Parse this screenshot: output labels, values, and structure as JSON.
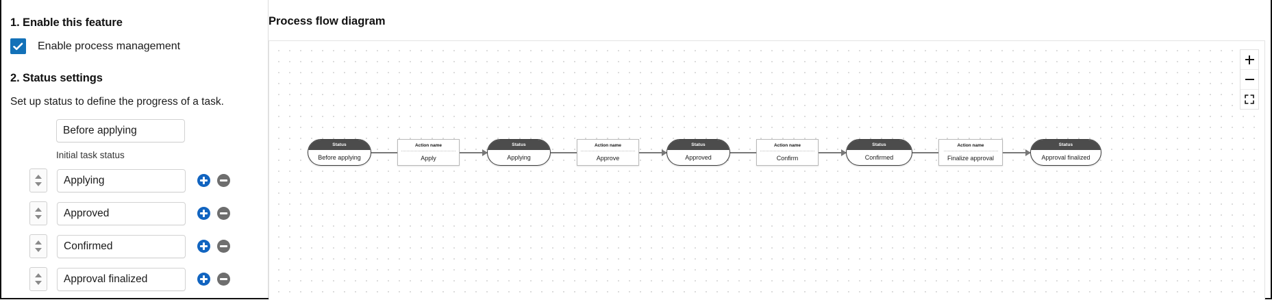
{
  "settings": {
    "section1_title": "1. Enable this feature",
    "enable_checkbox_label": "Enable process management",
    "checkbox_checked": true,
    "section2_title": "2. Status settings",
    "section2_description": "Set up status to define the progress of a task.",
    "initial_status": {
      "value": "Before applying",
      "hint": "Initial task status"
    },
    "statuses": [
      {
        "value": "Applying"
      },
      {
        "value": "Approved"
      },
      {
        "value": "Confirmed"
      },
      {
        "value": "Approval finalized"
      }
    ],
    "add_button_label": "+",
    "remove_button_label": "−",
    "accent_color": "#1371b8",
    "add_button_color": "#1164c0",
    "remove_button_color": "#6e6e6e"
  },
  "diagram": {
    "title": "Process flow diagram",
    "status_header": "Status",
    "action_header": "Action name",
    "nodes": [
      {
        "type": "status",
        "header": "Status",
        "label": "Before applying"
      },
      {
        "type": "action",
        "header": "Action name",
        "label": "Apply"
      },
      {
        "type": "status",
        "header": "Status",
        "label": "Applying"
      },
      {
        "type": "action",
        "header": "Action name",
        "label": "Approve"
      },
      {
        "type": "status",
        "header": "Status",
        "label": "Approved"
      },
      {
        "type": "action",
        "header": "Action name",
        "label": "Confirm"
      },
      {
        "type": "status",
        "header": "Status",
        "label": "Confirmed"
      },
      {
        "type": "action",
        "header": "Action name",
        "label": "Finalize approval"
      },
      {
        "type": "status",
        "header": "Status",
        "label": "Approval finalized"
      }
    ],
    "controls": {
      "zoom_in": "zoom-in",
      "zoom_out": "zoom-out",
      "fit_screen": "fit-to-screen"
    }
  }
}
